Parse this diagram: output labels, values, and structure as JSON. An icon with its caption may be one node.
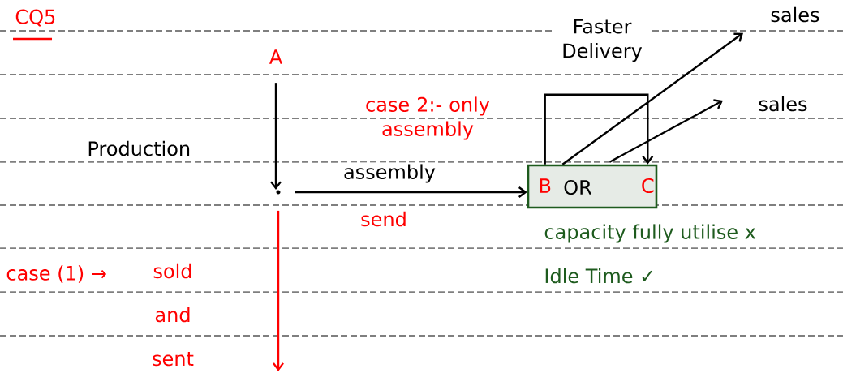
{
  "diagram": {
    "nodes": [
      {
        "text": [
          "A"
        ]
      },
      {
        "text": [
          "OR"
        ]
      },
      {
        "text": [
          "B"
        ],
        "in": 1
      },
      {
        "text": [
          "C"
        ],
        "in": 1
      },
      {
        "text": [],
        "shape": "dot"
      },
      {
        "text": [
          "sales"
        ]
      },
      {
        "text": [
          "sales"
        ]
      }
    ],
    "edges": [
      {
        "from": 0,
        "to": 4,
        "arrow": "to"
      },
      {
        "from": 4,
        "to": 1,
        "arrow": "to",
        "label": "assembly"
      },
      {
        "from": 4,
        "to": null,
        "arrow": "to",
        "color": "#ff0000"
      },
      {
        "from": 2,
        "to": 3,
        "arrow": "to",
        "label": "Faster Delivery"
      },
      {
        "from": 2,
        "to": 5,
        "arrow": "to"
      },
      {
        "from": 3,
        "to": 6,
        "arrow": "to"
      }
    ],
    "labels": [
      "CQ5",
      "Production",
      "case 2:- only assembly",
      "send",
      "case (1) →",
      "sold and sent",
      "capacity fully utilise x",
      "Idle Time ✓"
    ]
  }
}
